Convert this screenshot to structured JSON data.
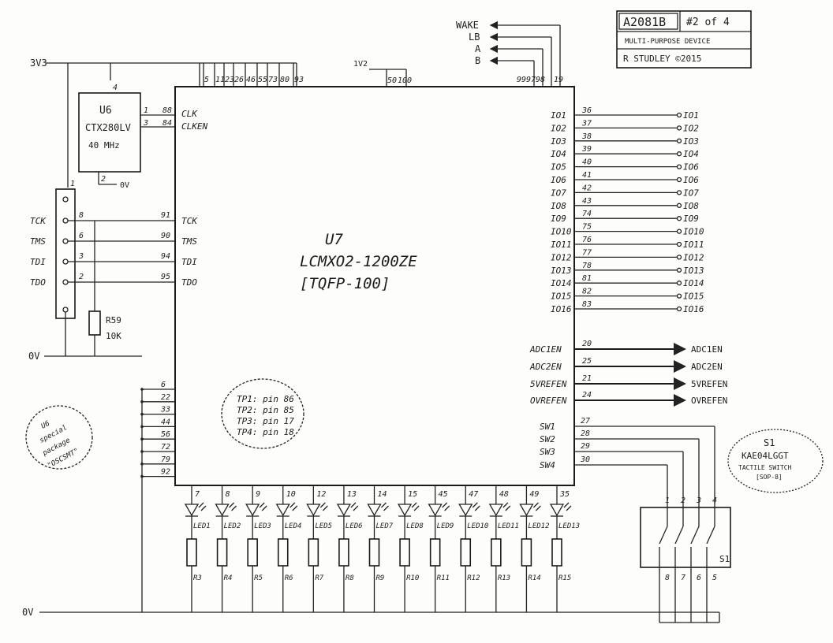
{
  "title_block": {
    "drawing_number": "A2081B",
    "sheet": "#2 of 4",
    "description": "MULTI-PURPOSE DEVICE",
    "author": "R STUDLEY ©2015"
  },
  "rails": {
    "supply": "3V3",
    "ground_top": "0V",
    "ground_bottom": "0V",
    "supply_1v2": "1V2"
  },
  "power_pins_3v3": [
    "5",
    "11",
    "23",
    "26",
    "46",
    "55",
    "73",
    "80",
    "93"
  ],
  "power_pins_1v2": [
    "50",
    "100"
  ],
  "oscillator": {
    "ref": "U6",
    "part": "CTX280LV",
    "freq": "40 MHz",
    "pin_vdd": "4",
    "pin_out": "1",
    "pin_en": "3",
    "pin_gnd": "2",
    "gnd_label": "0V",
    "out_pin_u7": "88",
    "en_pin_u7": "84",
    "out_sig": "CLK",
    "en_sig": "CLKEN"
  },
  "jtag_header": {
    "top_pin": "1",
    "rows": [
      {
        "label": "TCK",
        "header_pin": "8",
        "u7_pin": "91",
        "sig": "TCK"
      },
      {
        "label": "TMS",
        "header_pin": "6",
        "u7_pin": "90",
        "sig": "TMS"
      },
      {
        "label": "TDI",
        "header_pin": "3",
        "u7_pin": "94",
        "sig": "TDI"
      },
      {
        "label": "TDO",
        "header_pin": "2",
        "u7_pin": "95",
        "sig": "TDO"
      }
    ],
    "resistor_ref": "R59",
    "resistor_val": "10K"
  },
  "u7": {
    "ref": "U7",
    "part": "LCMXO2-1200ZE",
    "package": "[TQFP-100]"
  },
  "top_outputs": [
    {
      "label": "WAKE",
      "pin": "99"
    },
    {
      "label": "LB",
      "pin": "97"
    },
    {
      "label": "A",
      "pin": "98"
    },
    {
      "label": "B",
      "pin": "19"
    }
  ],
  "io_pins": [
    {
      "sig": "IO1",
      "pin": "36",
      "net": "IO1"
    },
    {
      "sig": "IO2",
      "pin": "37",
      "net": "IO2"
    },
    {
      "sig": "IO3",
      "pin": "38",
      "net": "IO3"
    },
    {
      "sig": "IO4",
      "pin": "39",
      "net": "IO4"
    },
    {
      "sig": "IO5",
      "pin": "40",
      "net": "IO6"
    },
    {
      "sig": "IO6",
      "pin": "41",
      "net": "IO6"
    },
    {
      "sig": "IO7",
      "pin": "42",
      "net": "IO7"
    },
    {
      "sig": "IO8",
      "pin": "43",
      "net": "IO8"
    },
    {
      "sig": "IO9",
      "pin": "74",
      "net": "IO9"
    },
    {
      "sig": "IO10",
      "pin": "75",
      "net": "IO10"
    },
    {
      "sig": "IO11",
      "pin": "76",
      "net": "IO11"
    },
    {
      "sig": "IO12",
      "pin": "77",
      "net": "IO12"
    },
    {
      "sig": "IO13",
      "pin": "78",
      "net": "IO13"
    },
    {
      "sig": "IO14",
      "pin": "81",
      "net": "IO14"
    },
    {
      "sig": "IO15",
      "pin": "82",
      "net": "IO15"
    },
    {
      "sig": "IO16",
      "pin": "83",
      "net": "IO16"
    }
  ],
  "enables": [
    {
      "sig": "ADC1EN",
      "pin": "20",
      "net": "ADC1EN"
    },
    {
      "sig": "ADC2EN",
      "pin": "25",
      "net": "ADC2EN"
    },
    {
      "sig": "5VREFEN",
      "pin": "21",
      "net": "5VREFEN"
    },
    {
      "sig": "OVREFEN",
      "pin": "24",
      "net": "OVREFEN"
    }
  ],
  "switch_pins": [
    {
      "sig": "SW1",
      "pin": "27"
    },
    {
      "sig": "SW2",
      "pin": "28"
    },
    {
      "sig": "SW3",
      "pin": "29"
    },
    {
      "sig": "SW4",
      "pin": "30"
    }
  ],
  "switch": {
    "ref": "S1",
    "part": "KAE04LGGT",
    "desc": "TACTILE SWITCH",
    "pkg": "[SOP-8]",
    "top_pins": [
      "1",
      "2",
      "3",
      "4"
    ],
    "bottom_pins": [
      "8",
      "7",
      "6",
      "5"
    ],
    "body_label": "S1"
  },
  "ground_pins": [
    "6",
    "22",
    "33",
    "44",
    "56",
    "72",
    "79",
    "92"
  ],
  "test_points": [
    "TP1: pin 86",
    "TP2: pin 85",
    "TP3: pin 17",
    "TP4: pin 18"
  ],
  "note_u6": "U6 special package \"OSCSMT\"",
  "leds": [
    {
      "pin": "7",
      "led": "LED1",
      "res": "R3"
    },
    {
      "pin": "8",
      "led": "LED2",
      "res": "R4"
    },
    {
      "pin": "9",
      "led": "LED3",
      "res": "R5"
    },
    {
      "pin": "10",
      "led": "LED4",
      "res": "R6"
    },
    {
      "pin": "12",
      "led": "LED5",
      "res": "R7"
    },
    {
      "pin": "13",
      "led": "LED6",
      "res": "R8"
    },
    {
      "pin": "14",
      "led": "LED7",
      "res": "R9"
    },
    {
      "pin": "15",
      "led": "LED8",
      "res": "R10"
    },
    {
      "pin": "45",
      "led": "LED9",
      "res": "R11"
    },
    {
      "pin": "47",
      "led": "LED10",
      "res": "R12"
    },
    {
      "pin": "48",
      "led": "LED11",
      "res": "R13"
    },
    {
      "pin": "49",
      "led": "LED12",
      "res": "R14"
    },
    {
      "pin": "35",
      "led": "LED13",
      "res": "R15"
    }
  ]
}
